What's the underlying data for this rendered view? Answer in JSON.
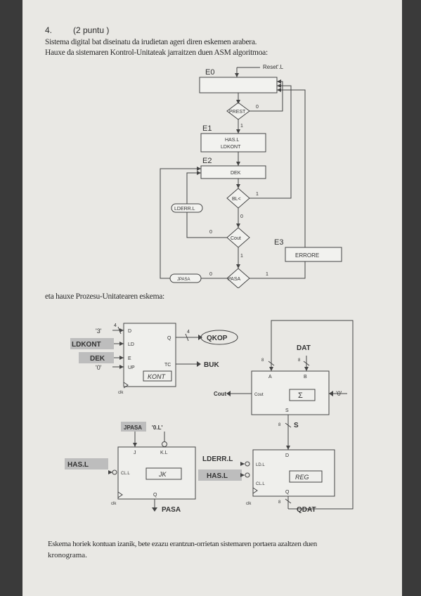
{
  "exercise": {
    "number": "4.",
    "points": "(2 puntu )",
    "intro_line1": "Sistema digital bat diseinatu da irudietan ageri diren eskemen arabera.",
    "intro_line2": "Hauxe da sistemaren Kontrol-Unitateak jarraitzen duen ASM algoritmoa:",
    "middle_text": "eta hauxe Prozesu-Unitatearen eskema:",
    "footer_line1": "Eskema horiek kontuan izanik, bete ezazu erantzun-orrietan sistemaren portaera azaltzen duen",
    "footer_line2": "kronograma."
  },
  "asm": {
    "state_e0": "E0",
    "reset": "Reset'.L",
    "prest": "PREST",
    "zero": "0",
    "one": "1",
    "state_e1": "E1",
    "hasl": "HAS.L",
    "ldkont": "LDKONT",
    "state_e2": "E2",
    "dek": "DEK",
    "blk": "BL<",
    "lderrl": "LDERR.L",
    "cout": "Cout",
    "state_e3": "E3",
    "errore": "ERRORE",
    "jpasa": "JPASA",
    "pasa": "PASA"
  },
  "pu": {
    "const3": "'3'",
    "bus4": "4",
    "ldkont": "LDKONT",
    "dek": "DEK",
    "const0": "'0'",
    "pin_d": "D",
    "pin_ld": "LD",
    "pin_e": "E",
    "pin_up": "UP",
    "pin_q": "Q",
    "pin_tc": "TC",
    "kont": "KONT",
    "clk": "clk",
    "qkop": "QKOP",
    "buk": "BUK",
    "dat": "DAT",
    "bus8": "8",
    "pin_a": "A",
    "pin_b": "B",
    "cout": "Cout",
    "pin_cout": "Cout",
    "sigma": "Σ",
    "cin0": "'0'",
    "pin_s": "S",
    "s": "S",
    "jpasa": "JPASA",
    "const0l": "'0.L'",
    "pin_j": "J",
    "pin_kl": "K.L",
    "hasl": "HAS.L",
    "pin_cll": "CL.L",
    "jk": "JK",
    "pasa": "PASA",
    "lderrl": "LDERR.L",
    "pin_ldl": "LD.L",
    "pin_dr": "D",
    "hasl2": "HAS.L",
    "pin_cll2": "CL.L",
    "reg": "REG",
    "pin_qr": "Q",
    "qdat": "QDAT"
  }
}
